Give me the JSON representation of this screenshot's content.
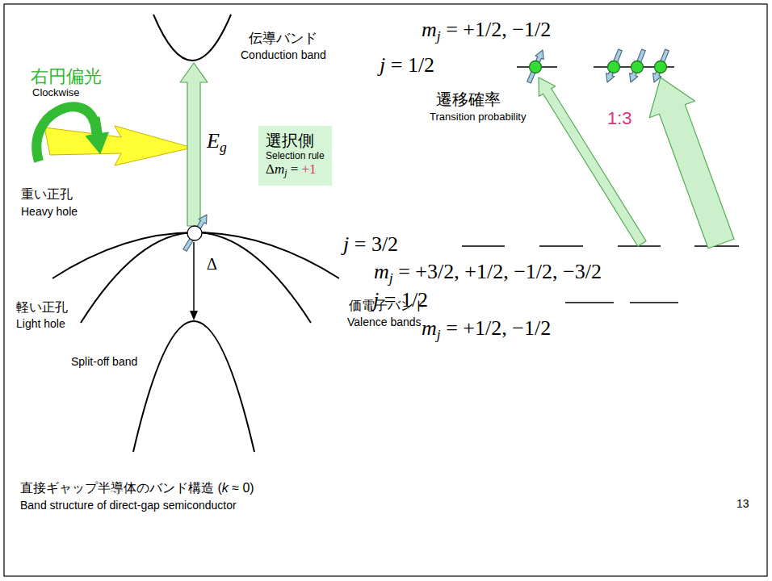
{
  "diagram": {
    "nodes": [
      {
        "text": [
          "選択側",
          "Selection rule",
          "Δmj = +1"
        ]
      }
    ],
    "labels": [
      "伝導バンド",
      "Conduction band",
      "右円偏光",
      "Clockwise",
      "Eg",
      "重い正孔",
      "Heavy hole",
      "Δ",
      "軽い正孔",
      "Light hole",
      "Split-off band",
      "価電子バンド",
      "Valence bands",
      "mj = +1/2, −1/2",
      "j = 1/2",
      "遷移確率",
      "Transition probability",
      "1:3",
      "j = 3/2",
      "mj = +3/2, +1/2, −1/2, −3/2",
      "j = 1/2",
      "mj = +1/2, −1/2",
      "直接ギャップ半導体のバンド構造 (k ≈ 0)",
      "Band structure of direct-gap semiconductor",
      "13"
    ]
  }
}
